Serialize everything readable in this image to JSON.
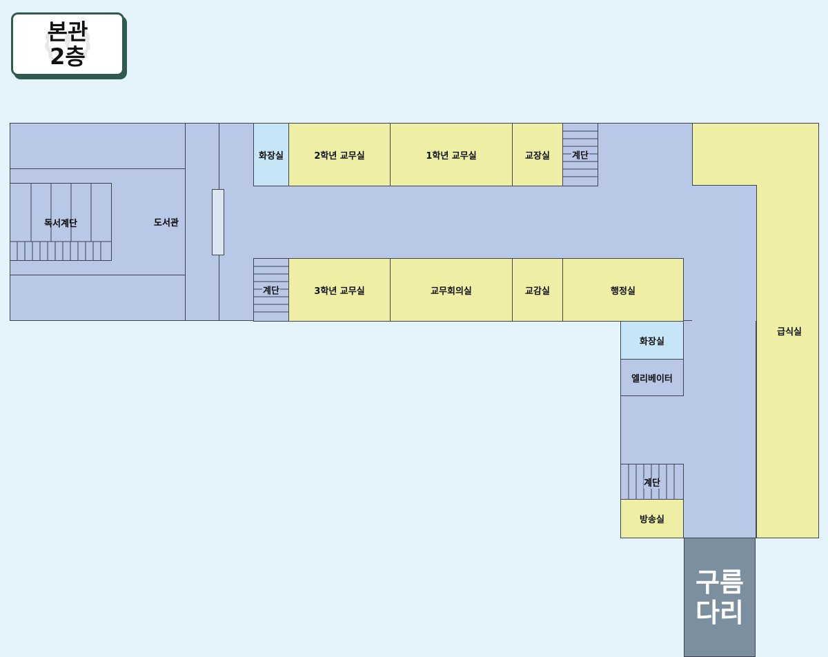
{
  "badge": {
    "line1": "본관",
    "line2": "2층"
  },
  "rooms": {
    "wc_top": "화장실",
    "grade2_office": "2학년 교무실",
    "grade1_office": "1학년 교무실",
    "principal": "교장실",
    "stairs_top": "계단",
    "reading_stairs": "독서계단",
    "library": "도서관",
    "stairs_mid": "계단",
    "grade3_office": "3학년 교무실",
    "meeting_room": "교무회의실",
    "vice_principal": "교감실",
    "admin_office": "행정실",
    "wc_right": "화장실",
    "elevator": "엘리베이터",
    "stairs_bottom": "계단",
    "broadcast": "방송실",
    "cafeteria": "급식실",
    "bridge_line1": "구름",
    "bridge_line2": "다리"
  },
  "colors": {
    "background": "#e4f4fc",
    "corridor": "#b8c8e6",
    "office": "#eeeea4",
    "restroom": "#c6e6f8",
    "bridge": "#7b8f9f",
    "badge_border": "#2f5b4f"
  }
}
